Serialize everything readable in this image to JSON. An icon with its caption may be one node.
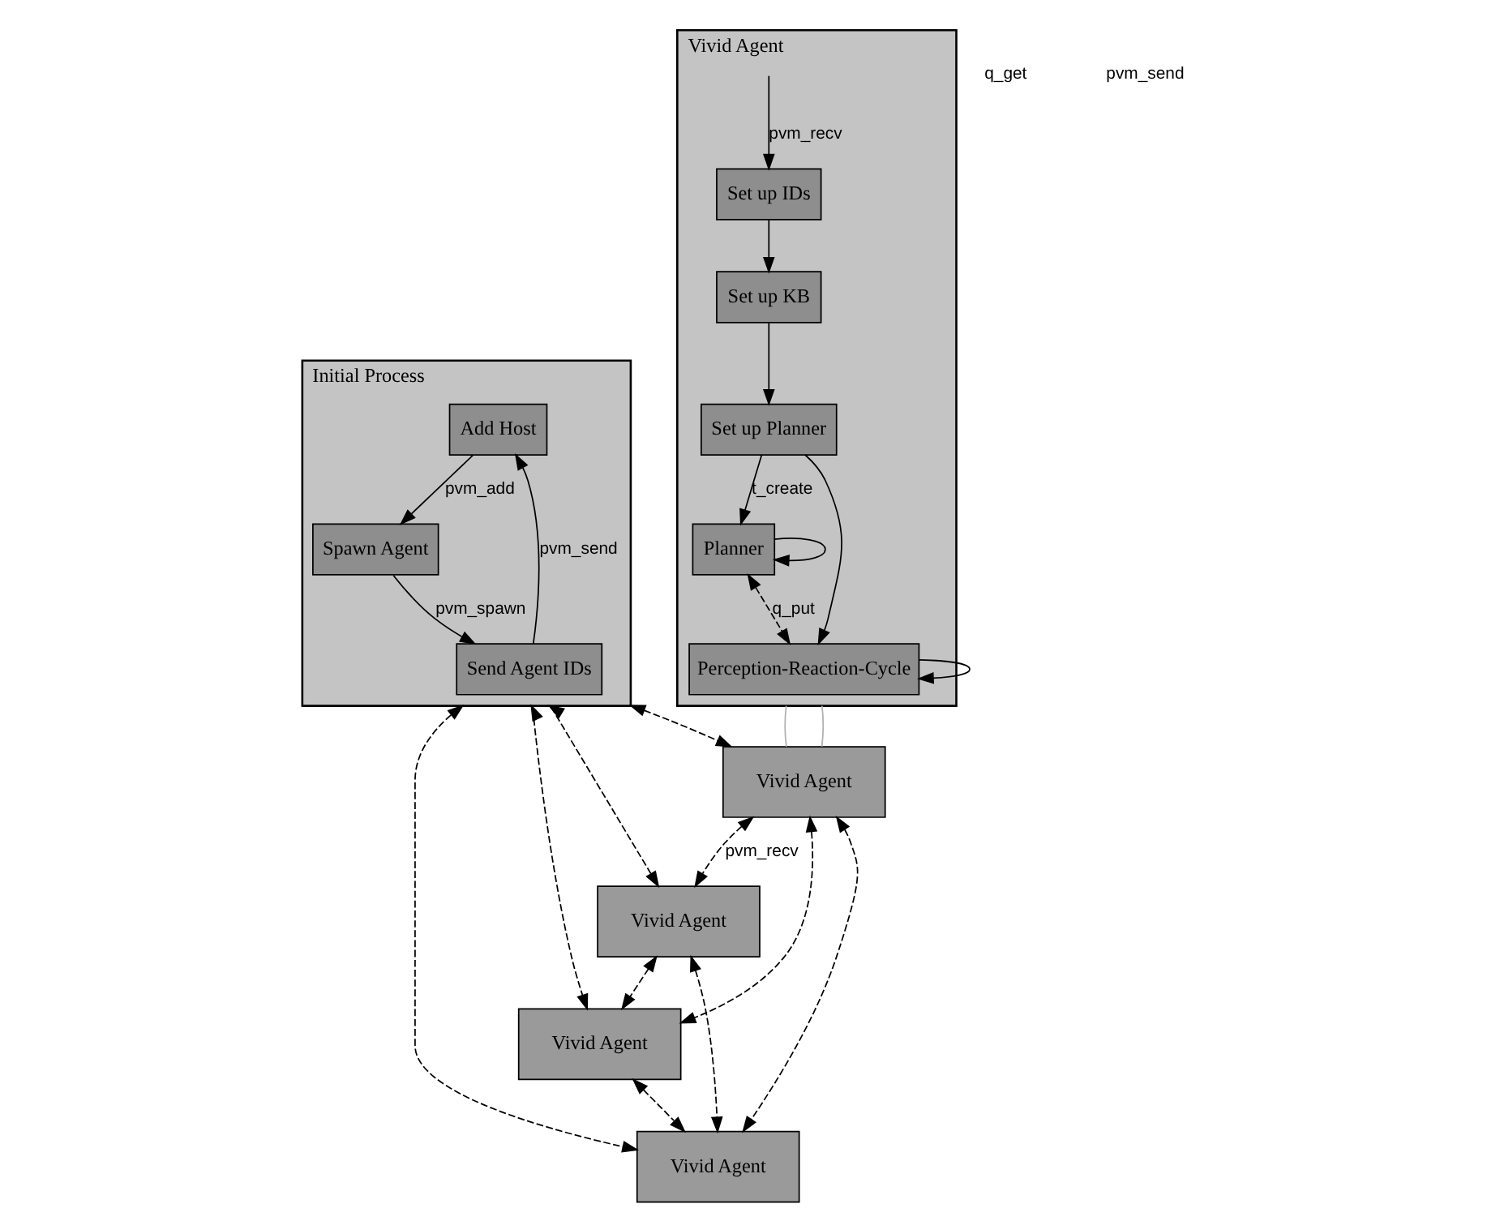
{
  "diagram": {
    "nodes": [
      {
        "text": [
          "Vivid Agent"
        ]
      },
      {
        "text": [
          "Set up IDs"
        ],
        "in": 0
      },
      {
        "text": [
          "Set up KB"
        ],
        "in": 0
      },
      {
        "text": [
          "Set up Planner"
        ],
        "in": 0
      },
      {
        "text": [
          "Planner"
        ],
        "in": 0
      },
      {
        "text": [
          "Perception-Reaction-Cycle"
        ],
        "in": 0
      },
      {
        "text": [
          "Initial Process"
        ]
      },
      {
        "text": [
          "Add Host"
        ],
        "in": 6
      },
      {
        "text": [
          "Spawn Agent"
        ],
        "in": 6
      },
      {
        "text": [
          "Send Agent IDs"
        ],
        "in": 6
      },
      {
        "text": [
          "Vivid Agent"
        ]
      },
      {
        "text": [
          "Vivid Agent"
        ]
      },
      {
        "text": [
          "Vivid Agent"
        ]
      },
      {
        "text": [
          "Vivid Agent"
        ]
      }
    ],
    "edges": [
      {
        "from": null,
        "to": 1,
        "arrow": "to",
        "label": "pvm_recv"
      },
      {
        "from": 1,
        "to": 2,
        "arrow": "to"
      },
      {
        "from": 2,
        "to": 3,
        "arrow": "to"
      },
      {
        "from": 3,
        "to": 4,
        "arrow": "to",
        "label": "t_create"
      },
      {
        "from": 3,
        "to": 5,
        "arrow": "to"
      },
      {
        "from": 4,
        "to": 4,
        "arrow": "to"
      },
      {
        "from": 5,
        "to": 5,
        "arrow": "to"
      },
      {
        "from": 4,
        "to": 5,
        "arrow": "both",
        "style": "dashed",
        "label": "q_put"
      },
      {
        "from": 7,
        "to": 8,
        "arrow": "to",
        "label": "pvm_add"
      },
      {
        "from": 8,
        "to": 9,
        "arrow": "to",
        "label": "pvm_spawn"
      },
      {
        "from": 9,
        "to": 7,
        "arrow": "to",
        "label": "pvm_send"
      },
      {
        "from": 0,
        "to": 10,
        "arrow": "none",
        "color": "#b0b0b0"
      },
      {
        "from": 0,
        "to": 10,
        "arrow": "none",
        "color": "#b0b0b0"
      },
      {
        "from": 6,
        "to": 10,
        "arrow": "both",
        "style": "dashed"
      },
      {
        "from": 6,
        "to": 11,
        "arrow": "both",
        "style": "dashed"
      },
      {
        "from": 6,
        "to": 12,
        "arrow": "both",
        "style": "dashed"
      },
      {
        "from": 6,
        "to": 13,
        "arrow": "both",
        "style": "dashed"
      },
      {
        "from": 10,
        "to": 11,
        "arrow": "both",
        "style": "dashed",
        "label": "pvm_recv"
      },
      {
        "from": 10,
        "to": 12,
        "arrow": "both",
        "style": "dashed"
      },
      {
        "from": 10,
        "to": 13,
        "arrow": "both",
        "style": "dashed"
      },
      {
        "from": 11,
        "to": 12,
        "arrow": "both",
        "style": "dashed"
      },
      {
        "from": 11,
        "to": 13,
        "arrow": "both",
        "style": "dashed"
      },
      {
        "from": 12,
        "to": 13,
        "arrow": "both",
        "style": "dashed"
      }
    ],
    "labels": [
      "q_get",
      "pvm_send"
    ]
  }
}
